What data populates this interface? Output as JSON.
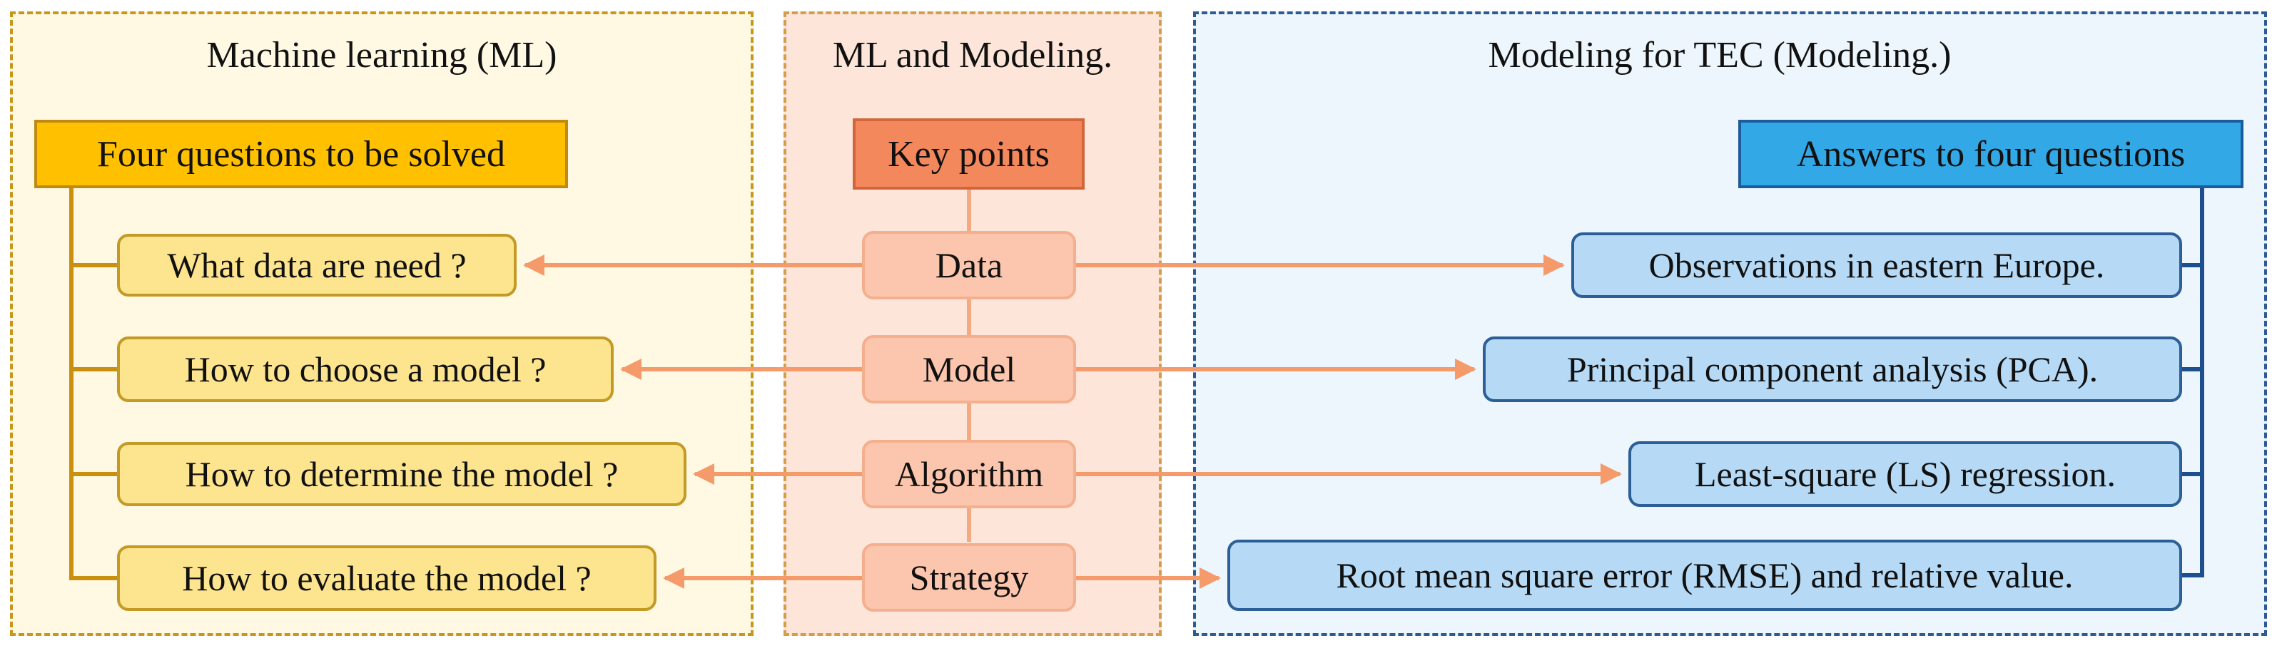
{
  "panels": {
    "ml_title": "Machine learning (ML)",
    "mid_title": "ML and Modeling.",
    "tec_title": "Modeling for TEC (Modeling.)"
  },
  "headers": {
    "questions": "Four questions to be solved",
    "key_points": "Key points",
    "answers": "Answers to four questions"
  },
  "rows": [
    {
      "question": "What data are need ?",
      "key": "Data",
      "answer": "Observations in eastern Europe."
    },
    {
      "question": "How to choose a model ?",
      "key": "Model",
      "answer": "Principal component analysis (PCA)."
    },
    {
      "question": "How to determine the model ?",
      "key": "Algorithm",
      "answer": "Least-square (LS) regression."
    },
    {
      "question": "How to evaluate the model ?",
      "key": "Strategy",
      "answer": "Root mean square error (RMSE) and relative value."
    }
  ],
  "colors": {
    "ml_bracket": "#c8900e",
    "tec_bracket": "#1d4e8e",
    "arrow": "#f59a6b",
    "key_spine": "#f4a980"
  }
}
